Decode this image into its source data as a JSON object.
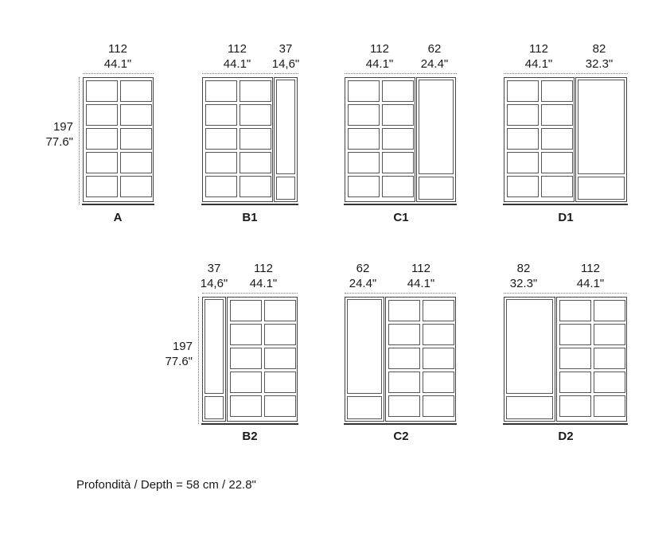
{
  "configurations": {
    "A": {
      "label": "A",
      "dims": [
        {
          "cm": "112",
          "inch": "44.1\""
        }
      ]
    },
    "B1": {
      "label": "B1",
      "dims": [
        {
          "cm": "112",
          "inch": "44.1\""
        },
        {
          "cm": "37",
          "inch": "14,6\""
        }
      ]
    },
    "C1": {
      "label": "C1",
      "dims": [
        {
          "cm": "112",
          "inch": "44.1\""
        },
        {
          "cm": "62",
          "inch": "24.4\""
        }
      ]
    },
    "D1": {
      "label": "D1",
      "dims": [
        {
          "cm": "112",
          "inch": "44.1\""
        },
        {
          "cm": "82",
          "inch": "32.3\""
        }
      ]
    },
    "B2": {
      "label": "B2",
      "dims": [
        {
          "cm": "37",
          "inch": "14,6\""
        },
        {
          "cm": "112",
          "inch": "44.1\""
        }
      ]
    },
    "C2": {
      "label": "C2",
      "dims": [
        {
          "cm": "62",
          "inch": "24.4\""
        },
        {
          "cm": "112",
          "inch": "44.1\""
        }
      ]
    },
    "D2": {
      "label": "D2",
      "dims": [
        {
          "cm": "82",
          "inch": "32.3\""
        },
        {
          "cm": "112",
          "inch": "44.1\""
        }
      ]
    }
  },
  "height": {
    "cm": "197",
    "inch": "77.6\""
  },
  "footer": "Profondità / Depth = 58 cm / 22.8\""
}
